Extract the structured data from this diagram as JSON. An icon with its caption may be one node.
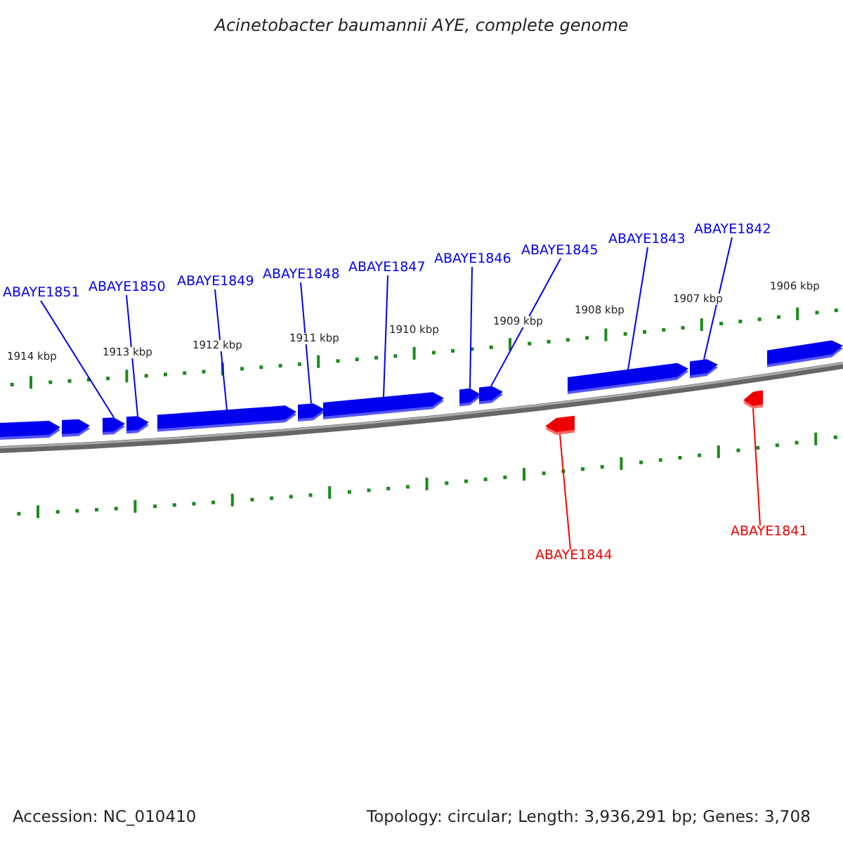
{
  "diagram": {
    "title": "Acinetobacter baumannii AYE, complete genome",
    "nodes": [
      {
        "text": [
          "ABAYE1851"
        ]
      },
      {
        "text": [
          "ABAYE1850"
        ]
      },
      {
        "text": [
          "ABAYE1849"
        ]
      },
      {
        "text": [
          "ABAYE1848"
        ]
      },
      {
        "text": [
          "ABAYE1847"
        ]
      },
      {
        "text": [
          "ABAYE1846"
        ]
      },
      {
        "text": [
          "ABAYE1845"
        ]
      },
      {
        "text": [
          "ABAYE1843"
        ]
      },
      {
        "text": [
          "ABAYE1842"
        ]
      },
      {
        "text": [
          "ABAYE1844"
        ]
      },
      {
        "text": [
          "ABAYE1841"
        ]
      },
      {
        "text": [],
        "shape": "pentagon"
      },
      {
        "text": [],
        "shape": "pentagon"
      },
      {
        "text": [],
        "shape": "pentagon"
      },
      {
        "text": [],
        "shape": "pentagon"
      },
      {
        "text": [],
        "shape": "pentagon"
      },
      {
        "text": [],
        "shape": "pentagon"
      },
      {
        "text": [],
        "shape": "pentagon"
      },
      {
        "text": [],
        "shape": "pentagon"
      },
      {
        "text": [],
        "shape": "pentagon"
      },
      {
        "text": [],
        "shape": "pentagon"
      },
      {
        "text": [],
        "shape": "pentagon"
      },
      {
        "text": [],
        "shape": "pentagon"
      },
      {
        "text": [],
        "shape": "pentagon"
      },
      {
        "text": [],
        "shape": "pentagon"
      }
    ],
    "edges": [
      {
        "from": 0,
        "to": 13,
        "arrow": "none"
      },
      {
        "from": 1,
        "to": 14,
        "arrow": "none"
      },
      {
        "from": 2,
        "to": 15,
        "arrow": "none"
      },
      {
        "from": 3,
        "to": 16,
        "arrow": "none"
      },
      {
        "from": 4,
        "to": 17,
        "arrow": "none"
      },
      {
        "from": 5,
        "to": 18,
        "arrow": "none"
      },
      {
        "from": 6,
        "to": 19,
        "arrow": "none"
      },
      {
        "from": 7,
        "to": 21,
        "arrow": "none"
      },
      {
        "from": 8,
        "to": 22,
        "arrow": "none"
      },
      {
        "from": 9,
        "to": 20,
        "arrow": "none",
        "color": "#ff0000"
      },
      {
        "from": 10,
        "to": 23,
        "arrow": "none",
        "color": "#ff0000"
      }
    ],
    "labels": [
      "1914 kbp",
      "1913 kbp",
      "1912 kbp",
      "1911 kbp",
      "1910 kbp",
      "1909 kbp",
      "1908 kbp",
      "1907 kbp",
      "1906 kbp",
      "Accession: NC_010410",
      "Topology: circular; Length: 3,936,291 bp; Genes: 3,708"
    ]
  }
}
